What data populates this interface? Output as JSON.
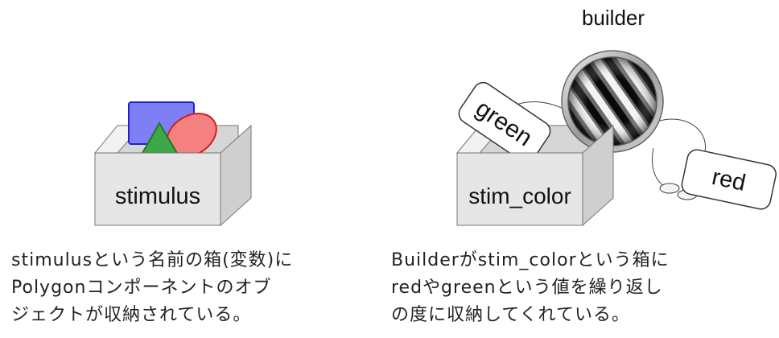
{
  "left_panel": {
    "box_label": "stimulus",
    "caption_lines": [
      "stimulusという名前の箱(変数)に",
      "Polygonコンポーネントのオブ",
      "ジェクトが収納されている。"
    ],
    "colors": {
      "rect_fill": "#7f7ff5",
      "rect_stroke": "#2323cc",
      "ellipse_fill": "#f48080",
      "ellipse_stroke": "#cc2020",
      "triangle_fill": "#3fa64a",
      "triangle_stroke": "#1d7a25",
      "box_front": "#e6e6e6",
      "box_side": "#cfcfcf",
      "box_inner": "#d8d8d8",
      "box_flap": "#f2f2f2"
    }
  },
  "right_panel": {
    "builder_label": "builder",
    "box_label": "stim_color",
    "card_green_label": "green",
    "card_red_label": "red",
    "caption_lines": [
      "Builderがstim_colorという箱に",
      "redやgreenという値を繰り返し",
      "の度に収納してくれている。"
    ],
    "icons": [
      "magnifying-glass-icon"
    ]
  }
}
